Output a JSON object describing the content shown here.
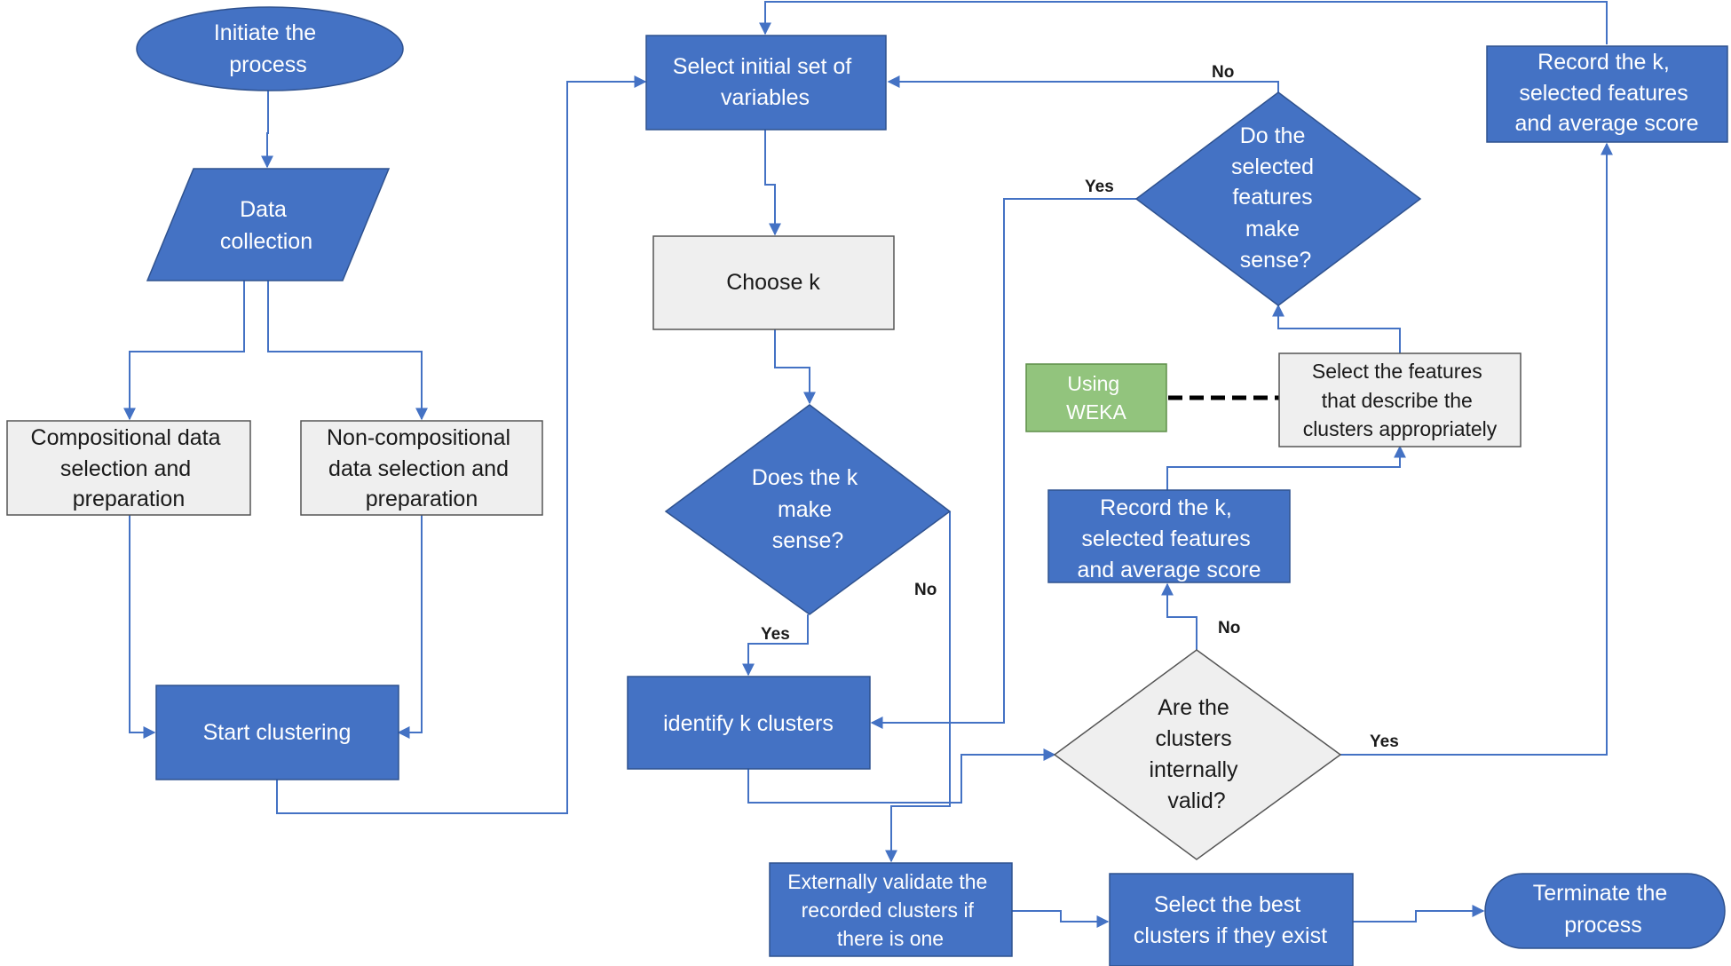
{
  "colors": {
    "blue_fill": "#4472c4",
    "blue_stroke": "#2f528f",
    "gray_fill": "#efefef",
    "green_fill": "#92c47d",
    "connector": "#4472c4",
    "dashed_link": "#000000"
  },
  "nodes": {
    "initiate": {
      "shape": "ellipse",
      "lines": [
        "Initiate the",
        "process"
      ]
    },
    "data_collection": {
      "shape": "parallelogram",
      "lines": [
        "Data",
        "collection"
      ]
    },
    "compositional": {
      "shape": "rectangle",
      "lines": [
        "Compositional data",
        "selection and",
        "preparation"
      ]
    },
    "non_compositional": {
      "shape": "rectangle",
      "lines": [
        "Non-compositional",
        "data selection and",
        "preparation"
      ]
    },
    "start_clustering": {
      "shape": "rectangle",
      "lines": [
        "Start clustering"
      ]
    },
    "select_variables": {
      "shape": "rectangle",
      "lines": [
        "Select initial set of",
        "variables"
      ]
    },
    "choose_k": {
      "shape": "rectangle",
      "lines": [
        "Choose k"
      ]
    },
    "k_sense": {
      "shape": "diamond",
      "lines": [
        "Does the k",
        "make",
        "sense?"
      ]
    },
    "identify_clusters": {
      "shape": "rectangle",
      "lines": [
        "identify k clusters"
      ]
    },
    "features_sense": {
      "shape": "diamond",
      "lines": [
        "Do the",
        "selected",
        "features",
        "make",
        "sense?"
      ]
    },
    "using_weka": {
      "shape": "rectangle",
      "lines": [
        "Using",
        "WEKA"
      ]
    },
    "select_features": {
      "shape": "rectangle",
      "lines": [
        "Select the features",
        "that describe the",
        "clusters appropriately"
      ]
    },
    "record_mid": {
      "shape": "rectangle",
      "lines": [
        "Record the k,",
        "selected features",
        "and average score"
      ]
    },
    "internally_valid": {
      "shape": "diamond",
      "lines": [
        "Are the",
        "clusters",
        "internally",
        "valid?"
      ]
    },
    "record_top": {
      "shape": "rectangle",
      "lines": [
        "Record the k,",
        "selected features",
        "and average score"
      ]
    },
    "external_validate": {
      "shape": "rectangle",
      "lines": [
        "Externally validate the",
        "recorded clusters if",
        "there is one"
      ]
    },
    "select_best": {
      "shape": "rectangle",
      "lines": [
        "Select the best",
        "clusters if they exist"
      ]
    },
    "terminate": {
      "shape": "ellipse",
      "lines": [
        "Terminate the",
        "process"
      ]
    }
  },
  "edge_labels": {
    "features_no": "No",
    "features_yes": "Yes",
    "k_no": "No",
    "k_yes": "Yes",
    "valid_no": "No",
    "valid_yes": "Yes"
  }
}
